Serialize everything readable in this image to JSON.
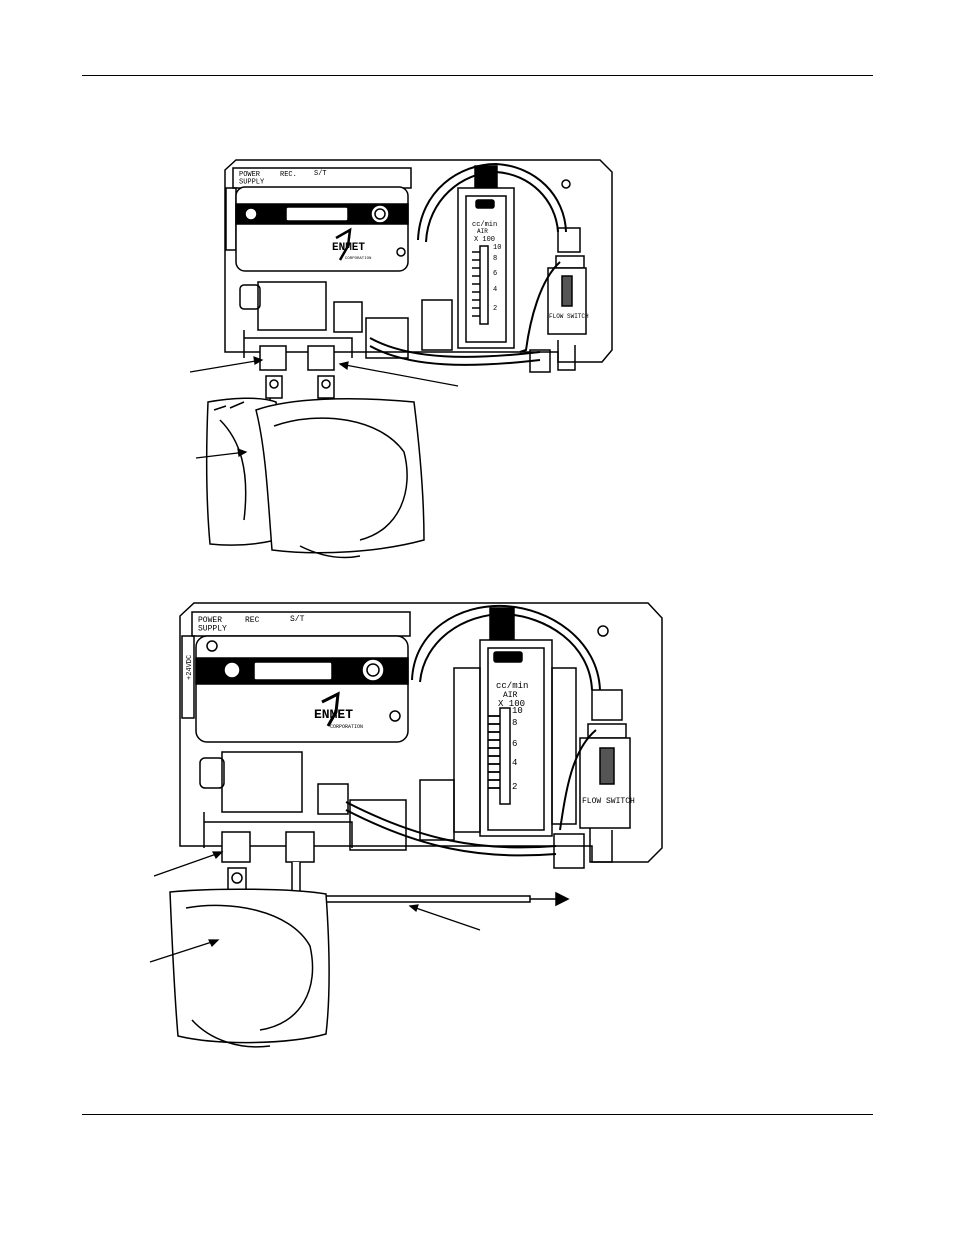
{
  "figures": [
    {
      "id": "top",
      "panel_labels": {
        "power_supply": "POWER\nSUPPLY",
        "rec": "REC.",
        "st": "S/T"
      },
      "brand": "ENMET",
      "brand_sub": "CORPORATION",
      "flowmeter": {
        "units": "cc/min",
        "gas": "AIR",
        "multiplier": "X 100",
        "scale": [
          "10",
          "8",
          "6",
          "4",
          "2"
        ]
      },
      "flow_switch": "FLOW SWITCH"
    },
    {
      "id": "bottom",
      "panel_labels": {
        "power_supply": "POWER\nSUPPLY",
        "rec": "REC",
        "st": "S/T"
      },
      "side_label": "+24VDC",
      "brand": "ENMET",
      "brand_sub": "CORPORATION",
      "flowmeter": {
        "units": "cc/min",
        "gas": "AIR",
        "multiplier": "X 100",
        "scale": [
          "10",
          "8",
          "6",
          "4",
          "2"
        ]
      },
      "flow_switch": "FLOW SWITCH"
    }
  ]
}
